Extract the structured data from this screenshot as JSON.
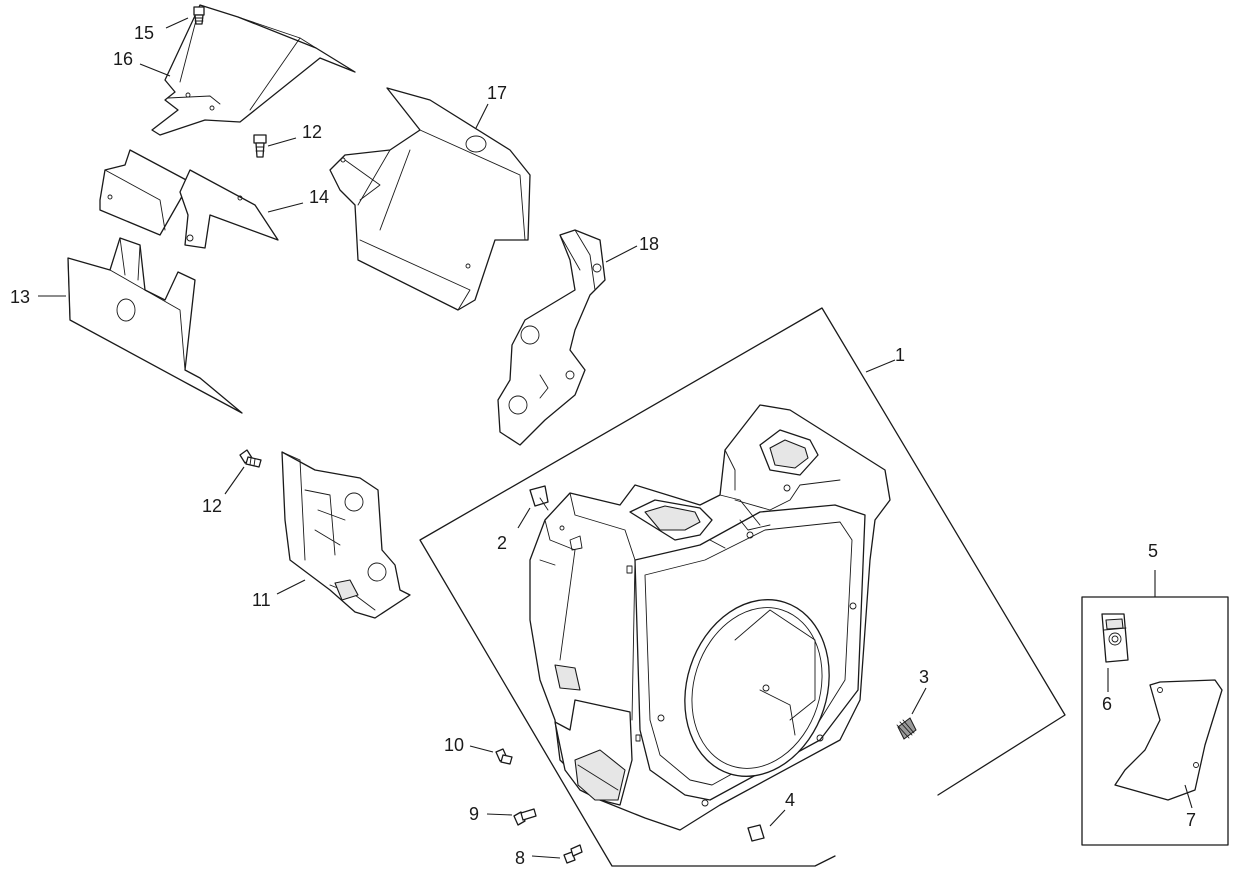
{
  "callouts": {
    "c1": "1",
    "c2": "2",
    "c3": "3",
    "c4": "4",
    "c5": "5",
    "c6": "6",
    "c7": "7",
    "c8": "8",
    "c9": "9",
    "c10": "10",
    "c11": "11",
    "c12a": "12",
    "c12b": "12",
    "c13": "13",
    "c14": "14",
    "c15": "15",
    "c16": "16",
    "c17": "17",
    "c18": "18"
  },
  "colors": {
    "ink": "#1a1a1a",
    "paper": "#ffffff",
    "shade": "#e6e6e6"
  }
}
